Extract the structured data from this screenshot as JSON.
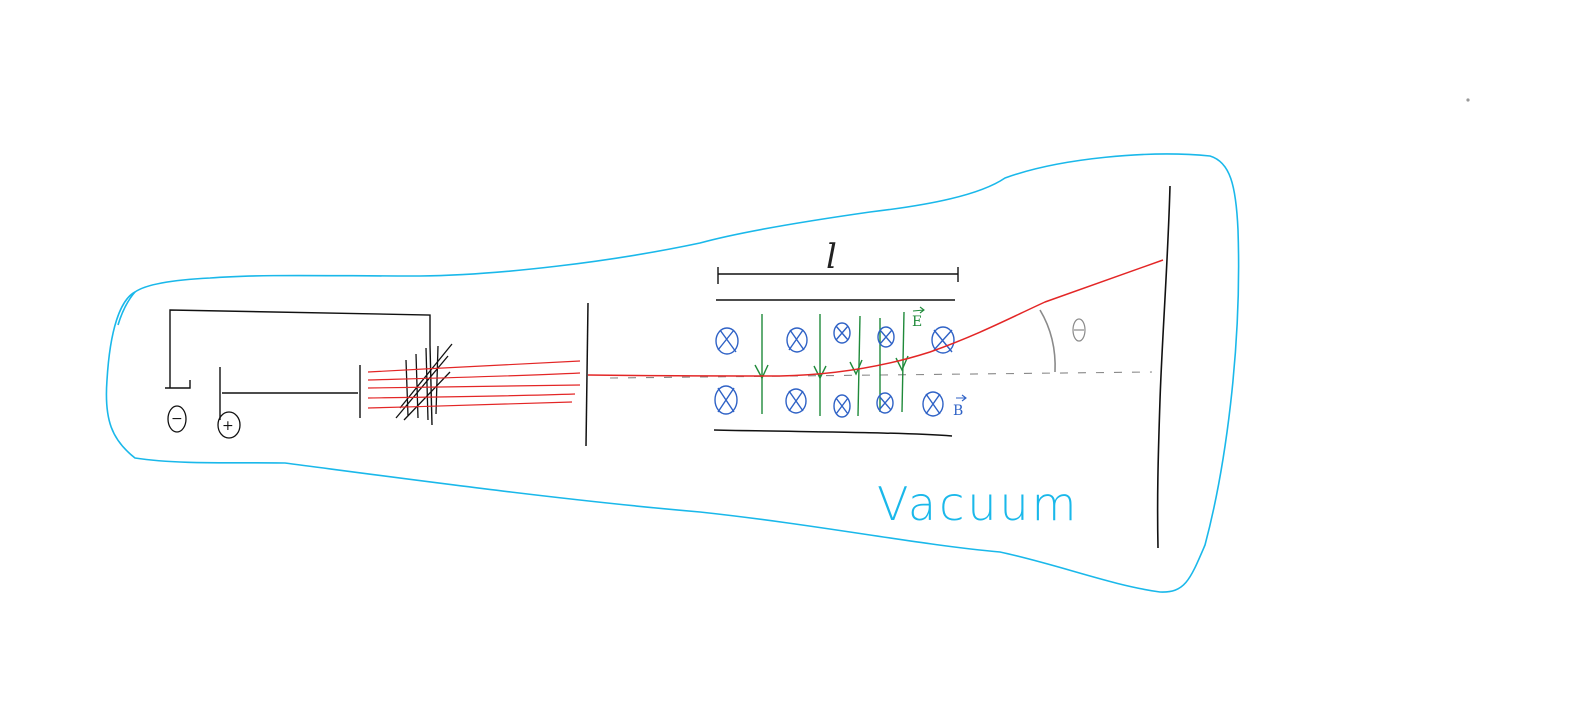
{
  "labels": {
    "vacuum": "Vacuum",
    "length": "l",
    "angle": "θ",
    "e_field": "E",
    "b_field": "B",
    "minus": "−",
    "plus": "+"
  },
  "colors": {
    "tube": "#1ab8ea",
    "beam": "#e32626",
    "b_field": "#2f62c6",
    "e_field": "#1f8a3a",
    "ink": "#111111",
    "angle": "#8a8a8a",
    "axis": "#777777"
  },
  "icons": {
    "b_field_marker": "circled-x",
    "e_field_marker": "downward-arrow"
  }
}
